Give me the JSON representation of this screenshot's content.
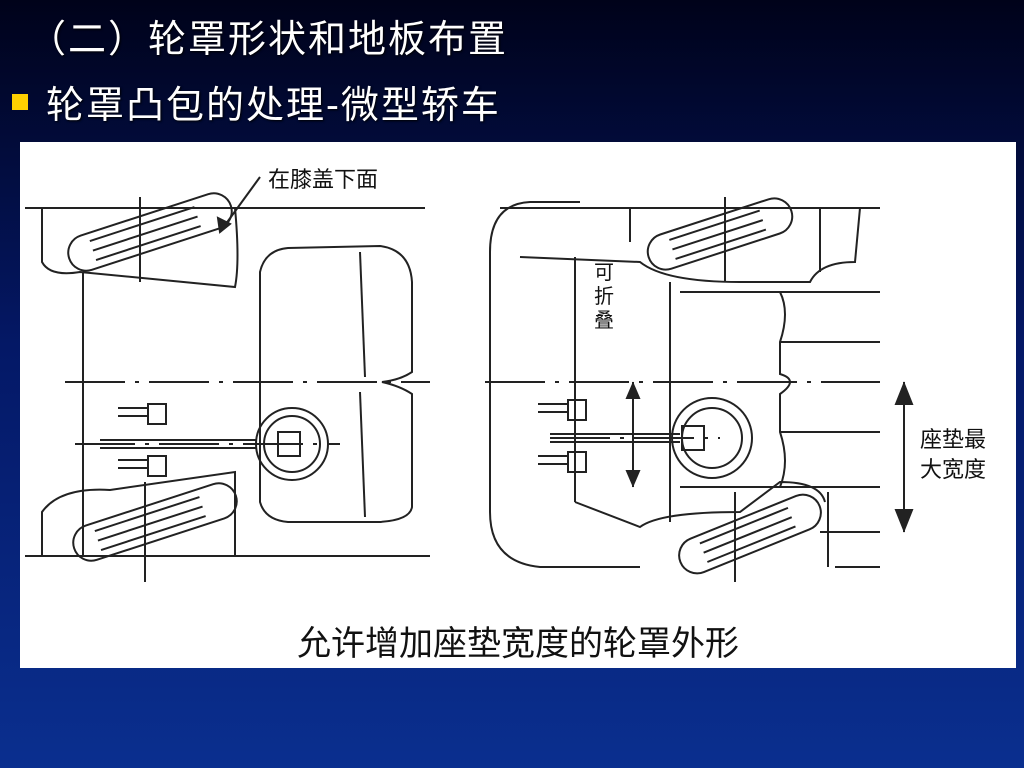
{
  "slide": {
    "title": "（二）轮罩形状和地板布置",
    "bullet": "轮罩凸包的处理-微型轿车"
  },
  "figure": {
    "left_diagram": {
      "callout_label": "在膝盖下面"
    },
    "right_diagram": {
      "vertical_label": "可折叠",
      "width_label_line1": "座垫最",
      "width_label_line2": "大宽度"
    },
    "caption": "允许增加座垫宽度的轮罩外形"
  },
  "colors": {
    "bullet": "#ffd000",
    "background_top": "#00021a",
    "background_bottom": "#0a2f8f",
    "text": "#ffffff"
  }
}
